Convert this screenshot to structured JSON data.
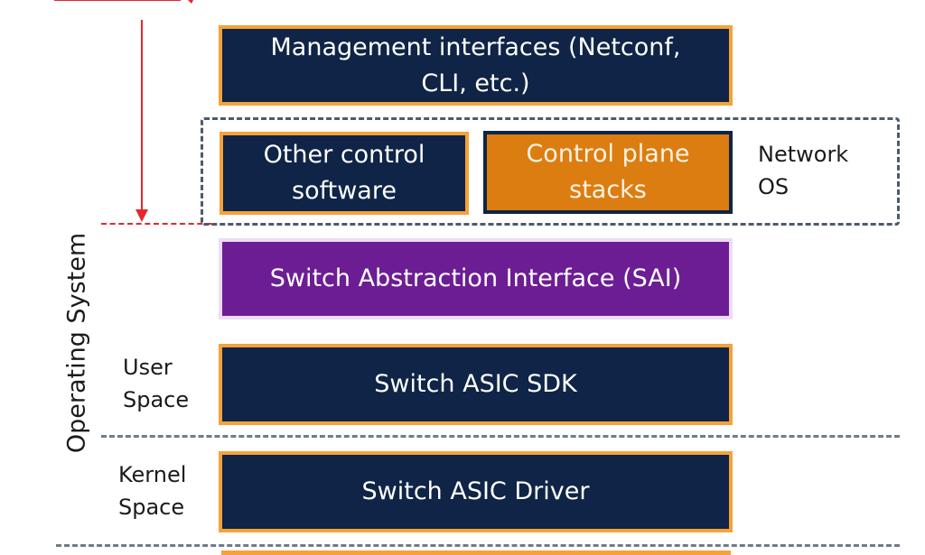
{
  "boxes": {
    "management": "Management interfaces (Netconf,\nCLI, etc.)",
    "other_control": "Other control\nsoftware",
    "control_plane": "Control plane\nstacks",
    "sai": "Switch Abstraction Interface (SAI)",
    "sdk": "Switch ASIC SDK",
    "driver": "Switch ASIC Driver"
  },
  "labels": {
    "network_os": "Network\nOS",
    "operating_system": "Operating System",
    "user_space": "User\nSpace",
    "kernel_space": "Kernel\nSpace"
  },
  "colors": {
    "navy": "#0f2446",
    "orange_border": "#f5a23a",
    "orange_fill": "#dc7d12",
    "purple": "#6d1d94",
    "red": "#e8262d",
    "dash_gray": "#6f7c8c"
  }
}
